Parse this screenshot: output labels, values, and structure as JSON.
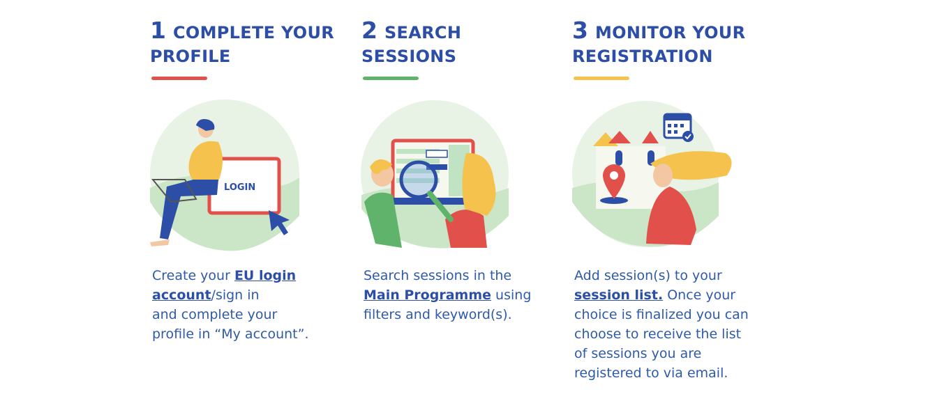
{
  "colors": {
    "heading": "#2c4ea6",
    "body_text": "#2f5aa8",
    "step1_underline": "#e1504b",
    "step2_underline": "#5fb36a",
    "step3_underline": "#f4c24d"
  },
  "steps": [
    {
      "number": "1",
      "title_line1": "COMPLETE YOUR",
      "title_line2": "PROFILE",
      "illustration": {
        "screen_label": "LOGIN",
        "icons": [
          "person-laptop-icon",
          "cursor-arrow-icon"
        ]
      },
      "desc": {
        "t1": "Create your ",
        "link1a": "EU login",
        "link1b": "account",
        "t2": "/sign in",
        "t3": "and complete your",
        "t4": "profile in “My account”."
      }
    },
    {
      "number": "2",
      "title_line1": "SEARCH",
      "title_line2": "SESSIONS",
      "illustration": {
        "icons": [
          "magnifier-icon",
          "screen-list-icon"
        ]
      },
      "desc": {
        "t1": "Search sessions in the",
        "link1": "Main Programme",
        "t2": " using",
        "t3": "filters and keyword(s)."
      }
    },
    {
      "number": "3",
      "title_line1": "MONITOR YOUR",
      "title_line2": "REGISTRATION",
      "illustration": {
        "icons": [
          "calendar-check-icon",
          "location-pin-icon",
          "castle-icon"
        ]
      },
      "desc": {
        "t1": "Add session(s) to your",
        "link1": "session list.",
        "t2": " Once your",
        "t3": "choice is finalized you can",
        "t4": "choose to receive the list",
        "t5": "of sessions you are",
        "t6": "registered to via email."
      }
    }
  ]
}
